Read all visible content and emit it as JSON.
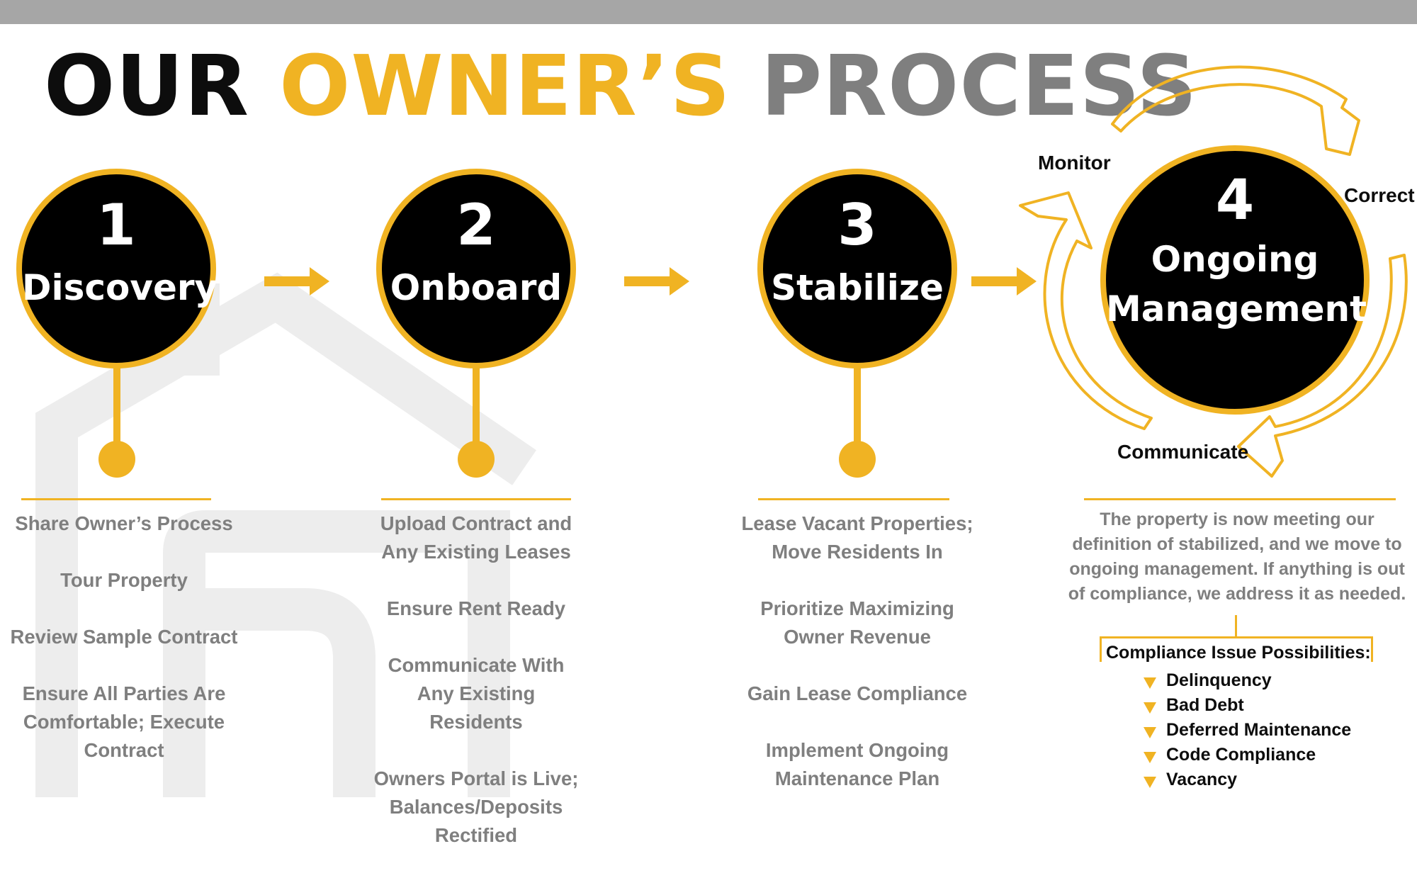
{
  "title": {
    "part1": "OUR",
    "part2": "OWNER’S",
    "part3": "PROCESS"
  },
  "colors": {
    "accent": "#f0b323",
    "dark": "#000000",
    "gray_text": "#7f7f7f",
    "top_bar": "#a6a6a6"
  },
  "steps": [
    {
      "number": "1",
      "name": "Discovery",
      "items": [
        "Share Owner’s Process",
        "Tour Property",
        "Review Sample Contract",
        "Ensure All Parties Are Comfortable; Execute Contract"
      ]
    },
    {
      "number": "2",
      "name": "Onboard",
      "items": [
        "Upload Contract and Any Existing Leases",
        "Ensure Rent Ready",
        "Communicate With Any Existing Residents",
        "Owners Portal is Live; Balances/Deposits Rectified"
      ]
    },
    {
      "number": "3",
      "name": "Stabilize",
      "items": [
        "Lease Vacant Properties; Move Residents In",
        "Prioritize Maximizing Owner Revenue",
        "Gain Lease Compliance",
        "Implement Ongoing Maintenance Plan"
      ]
    },
    {
      "number": "4",
      "name_line1": "Ongoing",
      "name_line2": "Management"
    }
  ],
  "cycle": {
    "monitor": "Monitor",
    "correct": "Correct",
    "communicate": "Communicate"
  },
  "ongoing": {
    "description": "The property is now meeting our definition of stabilized, and we move to ongoing management. If anything is out of compliance, we address it as needed.",
    "compliance_title": "Compliance Issue Possibilities:",
    "compliance_items": [
      "Delinquency",
      "Bad Debt",
      "Deferred Maintenance",
      "Code Compliance",
      "Vacancy"
    ]
  }
}
